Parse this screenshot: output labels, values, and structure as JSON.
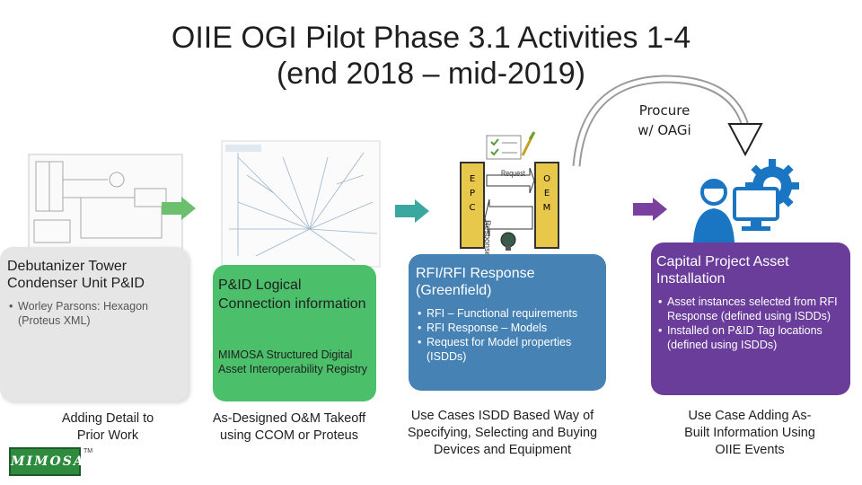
{
  "slide": {
    "title_line1": "OIIE OGI Pilot Phase 3.1 Activities 1-4",
    "title_line2": "(end 2018 – mid-2019)",
    "procure_line1": "Procure",
    "procure_line2": "w/ OAGi"
  },
  "cards": [
    {
      "title": "Debutanizer Tower Condenser Unit P&ID",
      "bullets": [
        "Worley Parsons: Hexagon (Proteus XML)"
      ],
      "color": "#e6e6e6"
    },
    {
      "title": "P&ID Logical Connection information",
      "note": "MIMOSA Structured Digital Asset Interoperability Registry",
      "color": "#4cbf6a"
    },
    {
      "title": "RFI/RFI Response (Greenfield)",
      "bullets": [
        "RFI – Functional requirements",
        "RFI Response – Models",
        "Request for Model properties (ISDDs)"
      ],
      "color": "#4682b4"
    },
    {
      "title": "Capital Project Asset Installation",
      "bullets": [
        "Asset instances selected from RFI Response (defined using ISDDs)",
        "Installed on P&ID Tag locations (defined using ISDDs)"
      ],
      "color": "#6a3d9a"
    }
  ],
  "captions": [
    "Adding Detail to Prior Work",
    "As-Designed O&M Takeoff using CCOM or Proteus",
    "Use Cases ISDD Based Way of Specifying, Selecting and Buying Devices and Equipment",
    "Use Case Adding As-Built Information Using OIIE Events"
  ],
  "epc_oem": {
    "epc": [
      "E",
      "P",
      "C"
    ],
    "oem": [
      "O",
      "E",
      "M"
    ],
    "request": "Request",
    "response": "Response"
  },
  "logo": {
    "text": "MIMOSA",
    "tm": "TM"
  },
  "icons": [
    "pid-drawing-icon",
    "network-diagram-icon",
    "checklist-icon",
    "engineer-computer-icon",
    "gear-icon"
  ],
  "colors": {
    "arrow_green": "#6cbf6c",
    "arrow_teal": "#3aa8a0",
    "arrow_purple": "#7b3fa0",
    "icon_blue": "#1a76c2"
  }
}
